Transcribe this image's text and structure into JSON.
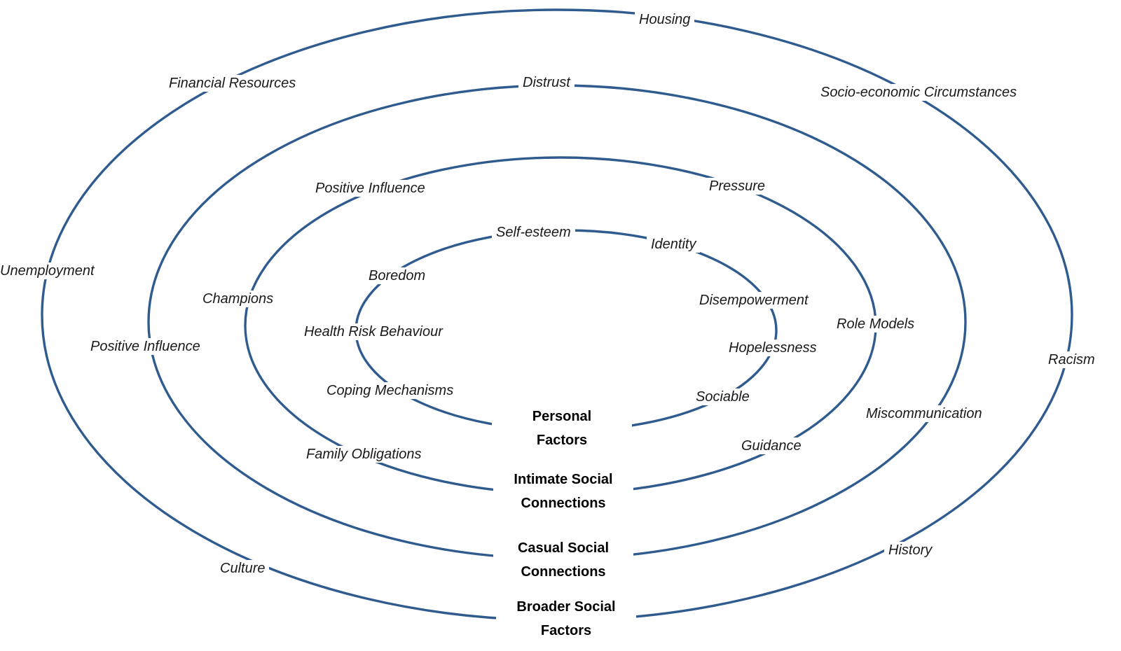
{
  "colors": {
    "ring": "#2f5b8f",
    "text": "#1a1a1a"
  },
  "rings": {
    "personal": {
      "title_line1": "Personal",
      "title_line2": "Factors",
      "items": [
        "Self-esteem",
        "Identity",
        "Boredom",
        "Disempowerment",
        "Health Risk Behaviour",
        "Hopelessness",
        "Coping Mechanisms",
        "Sociable"
      ]
    },
    "intimate": {
      "title_line1": "Intimate Social",
      "title_line2": "Connections",
      "items": [
        "Positive Influence",
        "Pressure",
        "Champions",
        "Role Models",
        "Family Obligations",
        "Guidance"
      ]
    },
    "casual": {
      "title_line1": "Casual Social",
      "title_line2": "Connections",
      "items": [
        "Distrust",
        "Positive Influence",
        "Miscommunication"
      ]
    },
    "broader": {
      "title_line1": "Broader Social",
      "title_line2": "Factors",
      "items": [
        "Housing",
        "Financial Resources",
        "Socio-economic Circumstances",
        "Unemployment",
        "Racism",
        "Culture",
        "History"
      ]
    }
  }
}
